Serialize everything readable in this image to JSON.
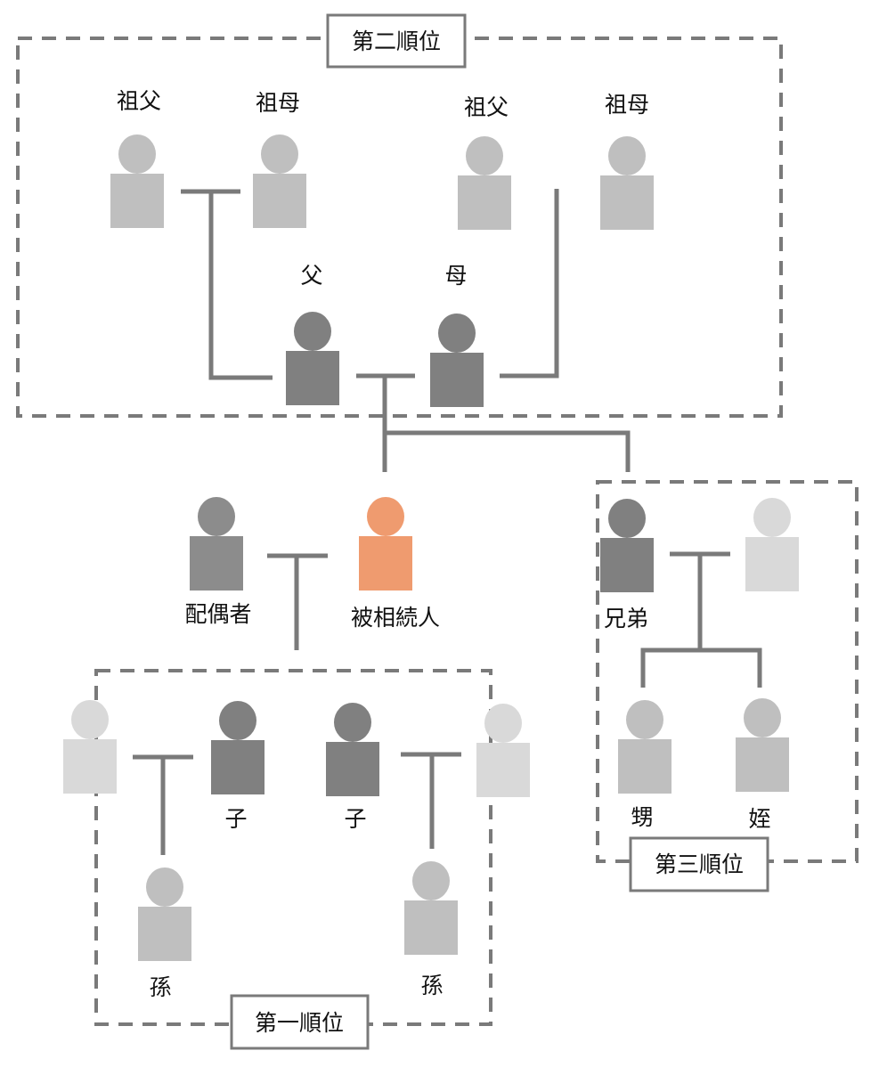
{
  "title": "法定相続人の順位",
  "colors": {
    "line": "#7a7a7a",
    "deceased": "#ef9b6f",
    "direct": "#808080",
    "spouse": "#8c8c8c",
    "relative": "#bfbfbf",
    "inlaw": "#d9d9d9"
  },
  "groups": {
    "second": "第二順位",
    "first": "第一順位",
    "third": "第三順位"
  },
  "persons": {
    "grandfather_paternal": {
      "label": "祖父",
      "kind": "relative"
    },
    "grandmother_paternal": {
      "label": "祖母",
      "kind": "relative"
    },
    "grandfather_maternal": {
      "label": "祖父",
      "kind": "relative"
    },
    "grandmother_maternal": {
      "label": "祖母",
      "kind": "relative"
    },
    "father": {
      "label": "父",
      "kind": "direct"
    },
    "mother": {
      "label": "母",
      "kind": "direct"
    },
    "spouse": {
      "label": "配偶者",
      "kind": "spouse"
    },
    "deceased": {
      "label": "被相続人",
      "kind": "deceased"
    },
    "sibling": {
      "label": "兄弟",
      "kind": "direct"
    },
    "sibling_spouse": {
      "label": "",
      "kind": "inlaw"
    },
    "nephew": {
      "label": "甥",
      "kind": "relative"
    },
    "niece": {
      "label": "姪",
      "kind": "relative"
    },
    "child_1": {
      "label": "子",
      "kind": "direct"
    },
    "child_2": {
      "label": "子",
      "kind": "direct"
    },
    "child_1_spouse": {
      "label": "",
      "kind": "inlaw"
    },
    "child_2_spouse": {
      "label": "",
      "kind": "inlaw"
    },
    "grandchild_1": {
      "label": "孫",
      "kind": "relative"
    },
    "grandchild_2": {
      "label": "孫",
      "kind": "relative"
    }
  }
}
